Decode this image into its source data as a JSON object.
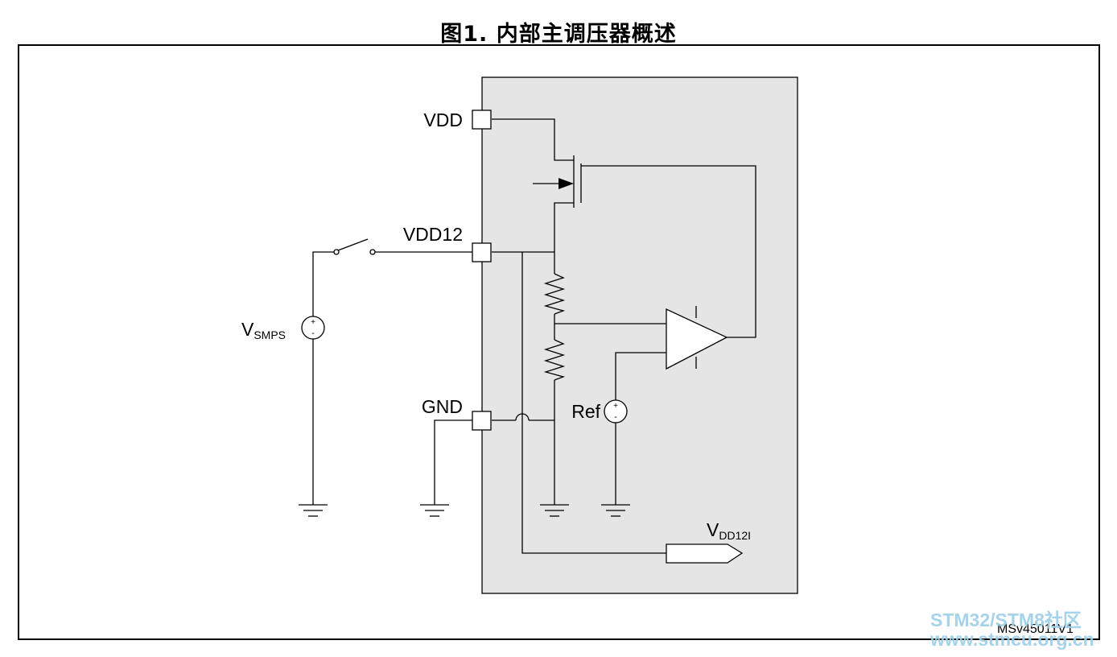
{
  "title": "图1. 内部主调压器概述",
  "pins": {
    "vdd": "VDD",
    "vdd12": "VDD12",
    "gnd": "GND"
  },
  "sources": {
    "vsmps_main": "V",
    "vsmps_sub": "SMPS",
    "ref": "Ref",
    "plus": "+",
    "minus": "-"
  },
  "output": {
    "main": "V",
    "sub": "DD12I"
  },
  "figure_id": "MSv45011V1",
  "watermark": {
    "line1": "STM32/STM8社区",
    "line2": "www.stmcu.org.cn"
  },
  "colors": {
    "chip_fill": "#e5e5e5",
    "line": "#000000",
    "watermark": "#9ccfe8"
  }
}
